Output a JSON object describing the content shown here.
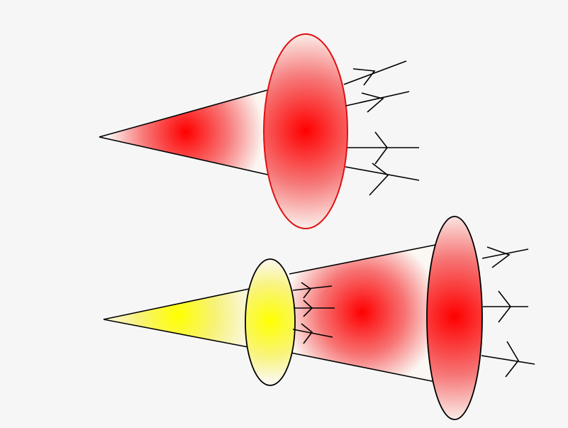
{
  "diagram": {
    "description_text": "",
    "colors": {
      "background": "#f6f6f6",
      "red": "#ff0000",
      "yellow": "#ffff00",
      "outline_dark": "#000000",
      "outline_red": "#e01010",
      "fade": "#fbf7f3"
    },
    "top_system": {
      "source": "point-source",
      "lens": "red-lens",
      "output_rays": 4,
      "ray_style": "arrow-right"
    },
    "bottom_system": {
      "source": "point-source",
      "lens_1": "yellow-lens",
      "lens_2": "red-lens",
      "intermediate_rays": 3,
      "output_rays": 3,
      "ray_style": "arrow-right"
    }
  }
}
